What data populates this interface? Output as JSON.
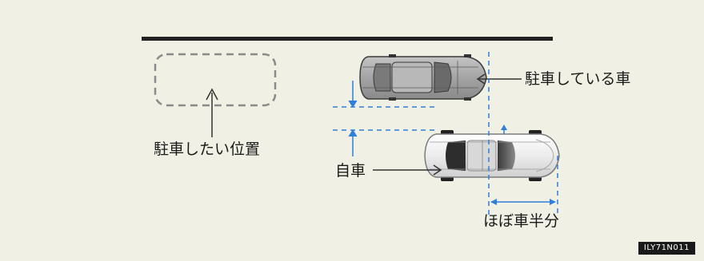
{
  "labels": {
    "parked_car": "駐車している車",
    "target_spot": "駐車したい位置",
    "own_car": "自車",
    "half_car_length": "ほぼ車半分"
  },
  "image_code": "ILY71N011",
  "colors": {
    "background": "#f0f0e4",
    "guide_blue": "#2f7fd8",
    "wall": "#222222",
    "dashed_spot": "#8a8a8a",
    "parked_car_body": "#a8a8a8",
    "own_car_body": "#eeeeee"
  }
}
